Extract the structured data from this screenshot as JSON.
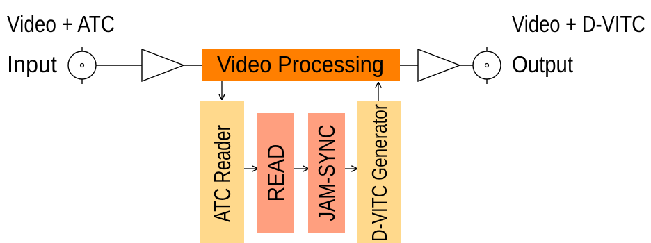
{
  "input": {
    "title": "Video + ATC",
    "subtitle": "Input"
  },
  "output": {
    "title": "Video + D-VITC",
    "subtitle": "Output"
  },
  "blocks": {
    "video_processing": "Video Processing",
    "atc_reader": "ATC Reader",
    "read": "READ",
    "jam_sync": "JAM-SYNC",
    "dvitc_generator": "D-VITC Generator"
  },
  "colors": {
    "processing_fill": "#ff7f00",
    "reader_fill": "#ffd98c",
    "state_fill": "#ff9f7f",
    "line": "#000000"
  },
  "icons": {
    "input_connector": "bnc-connector-icon",
    "output_connector": "bnc-connector-icon",
    "amplifier": "amplifier-triangle-icon"
  }
}
